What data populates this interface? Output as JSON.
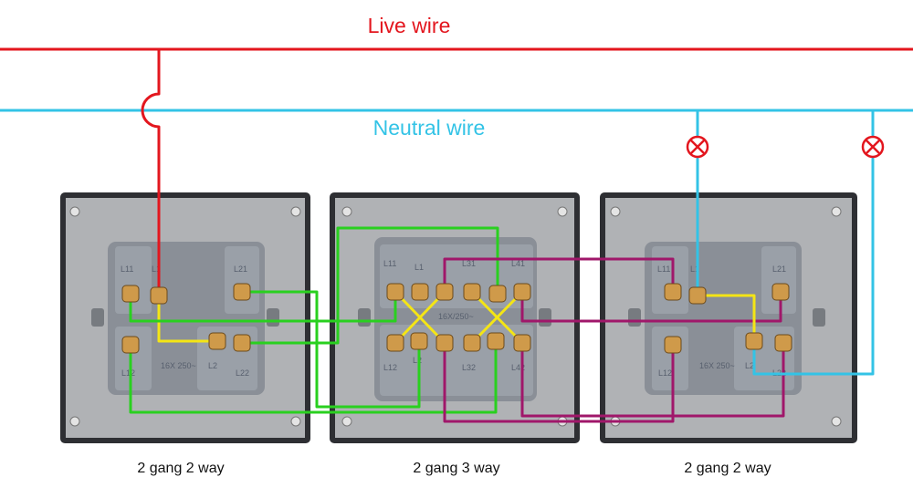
{
  "labels": {
    "live": "Live wire",
    "neutral": "Neutral wire"
  },
  "colors": {
    "live": "#e3161e",
    "neutral": "#33c3e6",
    "green": "#29d01f",
    "yellow": "#f4e515",
    "purple": "#a0176a",
    "plate": "#2e2f33",
    "inner": "#aeb0b3",
    "module": "#8a8f97"
  },
  "switches": [
    {
      "caption": "2 gang 2 way",
      "terminals": [
        "L11",
        "L1",
        "L21",
        "L12",
        "L2",
        "L22"
      ],
      "rating": "16X 250~"
    },
    {
      "caption": "2 gang 3 way",
      "terminals": [
        "L11",
        "L1",
        "L31",
        "L41",
        "L12",
        "L2",
        "L32",
        "L42"
      ],
      "rating": "16X/250~"
    },
    {
      "caption": "2 gang 2 way",
      "terminals": [
        "L11",
        "L1",
        "L21",
        "L12",
        "L2",
        "L22"
      ],
      "rating": "16X 250~"
    }
  ]
}
